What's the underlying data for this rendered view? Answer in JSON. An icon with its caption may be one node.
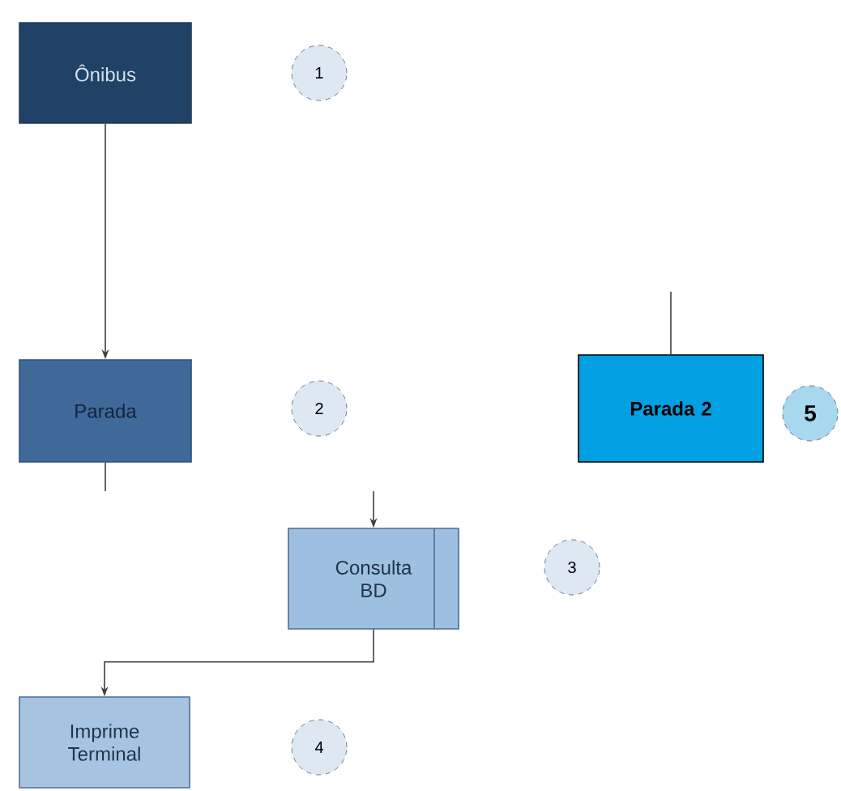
{
  "diagram": {
    "nodes": [
      {
        "text": [
          "Ônibus"
        ]
      },
      {
        "text": [
          "Parada"
        ]
      },
      {
        "text": [
          "Consulta BD"
        ]
      },
      {
        "text": [
          "Imprime Terminal"
        ]
      },
      {
        "text": [
          "Parada 2"
        ]
      },
      {
        "text": [
          "1"
        ]
      },
      {
        "text": [
          "2"
        ]
      },
      {
        "text": [
          "3"
        ]
      },
      {
        "text": [
          "4"
        ]
      },
      {
        "text": [
          "5"
        ]
      }
    ],
    "edges": [
      {
        "from": 0,
        "to": 1,
        "arrow": "to"
      },
      {
        "from": 1,
        "to": null,
        "arrow": "none"
      },
      {
        "from": null,
        "to": 2,
        "arrow": "to"
      },
      {
        "from": 2,
        "to": 3,
        "arrow": "to"
      },
      {
        "from": null,
        "to": 4,
        "arrow": "none"
      }
    ]
  }
}
